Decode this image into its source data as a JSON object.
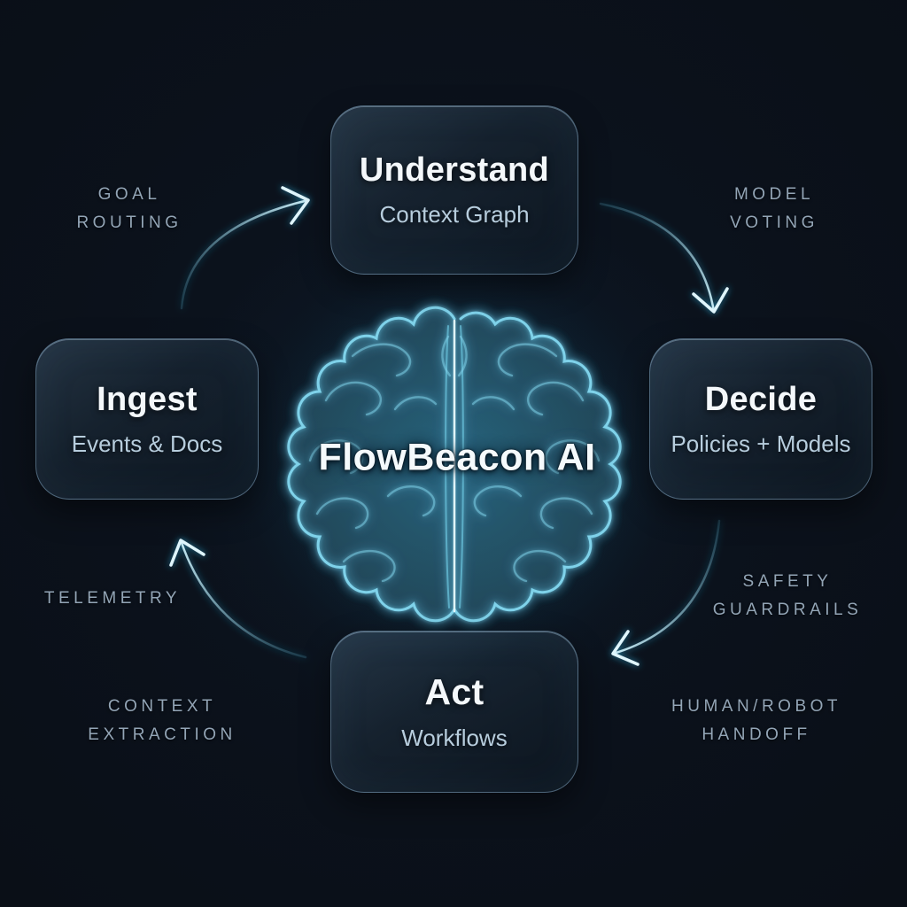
{
  "diagram": {
    "center": {
      "label": "FlowBeacon AI",
      "icon": "brain-icon"
    },
    "nodes": {
      "understand": {
        "title": "Understand",
        "subtitle": "Context Graph"
      },
      "decide": {
        "title": "Decide",
        "subtitle": "Policies + Models"
      },
      "act": {
        "title": "Act",
        "subtitle": "Workflows"
      },
      "ingest": {
        "title": "Ingest",
        "subtitle": "Events & Docs"
      }
    },
    "edge_labels": {
      "goal_routing": {
        "line1": "GOAL",
        "line2": "ROUTING"
      },
      "model_voting": {
        "line1": "MODEL",
        "line2": "VOTING"
      },
      "safety_guardrails": {
        "line1": "SAFETY",
        "line2": "GUARDRAILS"
      },
      "human_robot_handoff": {
        "line1": "HUMAN/ROBOT",
        "line2": "HANDOFF"
      },
      "context_extraction": {
        "line1": "CONTEXT",
        "line2": "EXTRACTION"
      },
      "telemetry": {
        "line1": "TELEMETRY"
      }
    },
    "arrows": [
      {
        "from": "Ingest",
        "to": "Understand"
      },
      {
        "from": "Understand",
        "to": "Decide"
      },
      {
        "from": "Decide",
        "to": "Act"
      },
      {
        "from": "Act",
        "to": "Ingest"
      }
    ],
    "colors": {
      "background": "#0a0f16",
      "arrow_cyan": "#9adcee",
      "arrow_head": "#dff6fd",
      "brain_glow": "#46b7dd",
      "node_border": "#7fa3bd",
      "node_title": "#f4f8fb",
      "node_subtitle": "#b7cddd",
      "edge_label_text": "#93a5b6"
    }
  }
}
